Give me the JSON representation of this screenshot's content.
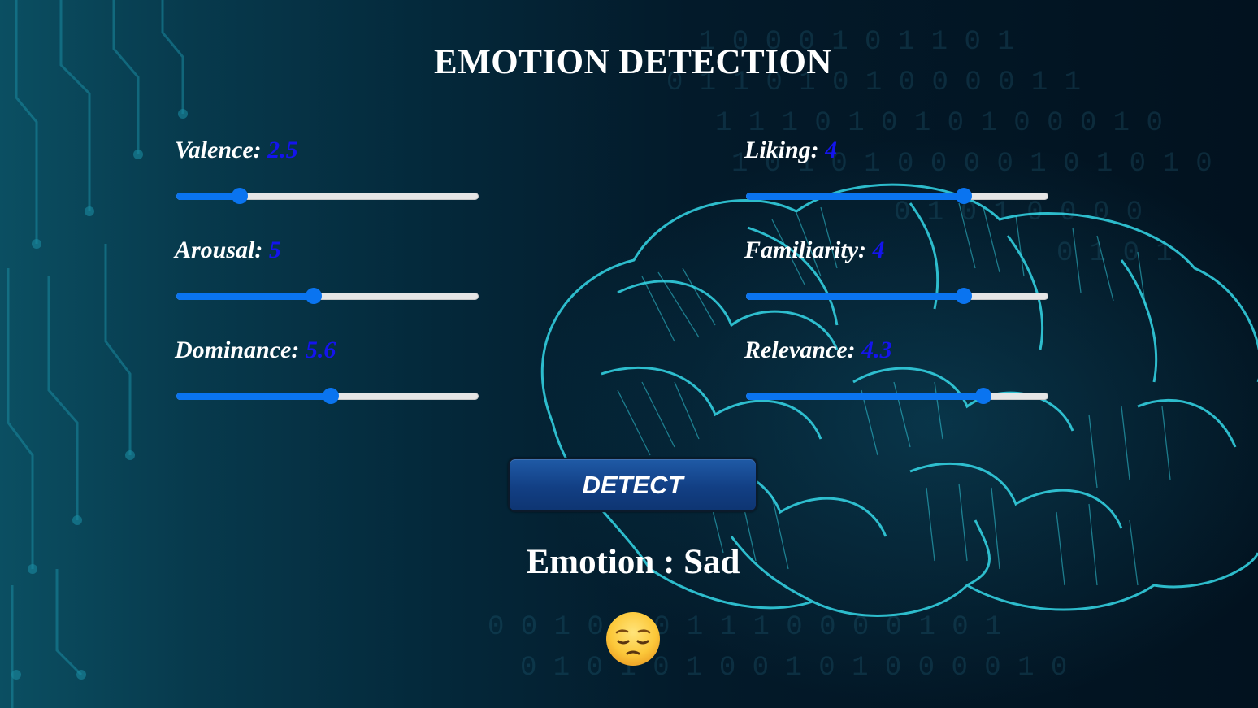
{
  "title": "EMOTION DETECTION",
  "sliders": [
    {
      "label": "Valence: ",
      "value": "2.5",
      "fraction": 0.21
    },
    {
      "label": "Arousal: ",
      "value": "5",
      "fraction": 0.455
    },
    {
      "label": "Dominance: ",
      "value": "5.6",
      "fraction": 0.51
    },
    {
      "label": "Liking: ",
      "value": "4",
      "fraction": 0.72
    },
    {
      "label": "Familiarity: ",
      "value": "4",
      "fraction": 0.72
    },
    {
      "label": "Relevance: ",
      "value": "4.3",
      "fraction": 0.785
    }
  ],
  "detect_button": {
    "label": "DETECT"
  },
  "result": {
    "text": "Emotion : Sad"
  },
  "emoji": {
    "icon": "pensive-face-icon"
  },
  "colors": {
    "slider_accent": "#0a74f0",
    "value_text": "#1414ee",
    "button": "#123f84"
  }
}
